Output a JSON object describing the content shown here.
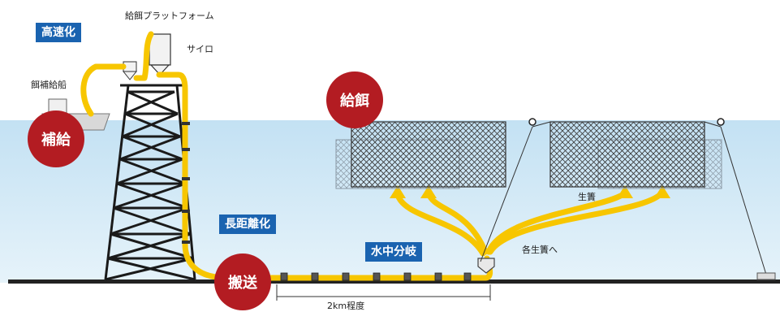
{
  "labels": {
    "platform": "給餌プラットフォーム",
    "silo": "サイロ",
    "supply_ship": "餌補給船",
    "cage": "生簀",
    "to_each_cage": "各生簀へ",
    "distance": "2km程度"
  },
  "tags": {
    "speed_up": "高速化",
    "long_distance": "長距離化",
    "underwater_branch": "水中分岐"
  },
  "circles": {
    "feeding": "給餌",
    "supply": "補給",
    "transport": "搬送"
  },
  "colors": {
    "sea_top": "#c3e1f3",
    "sea_bottom": "#e3f2fa",
    "pipe": "#f7c600",
    "tag_blue": "#1a63b0",
    "circle_red": "#b31c22",
    "seabed": "#222222"
  }
}
